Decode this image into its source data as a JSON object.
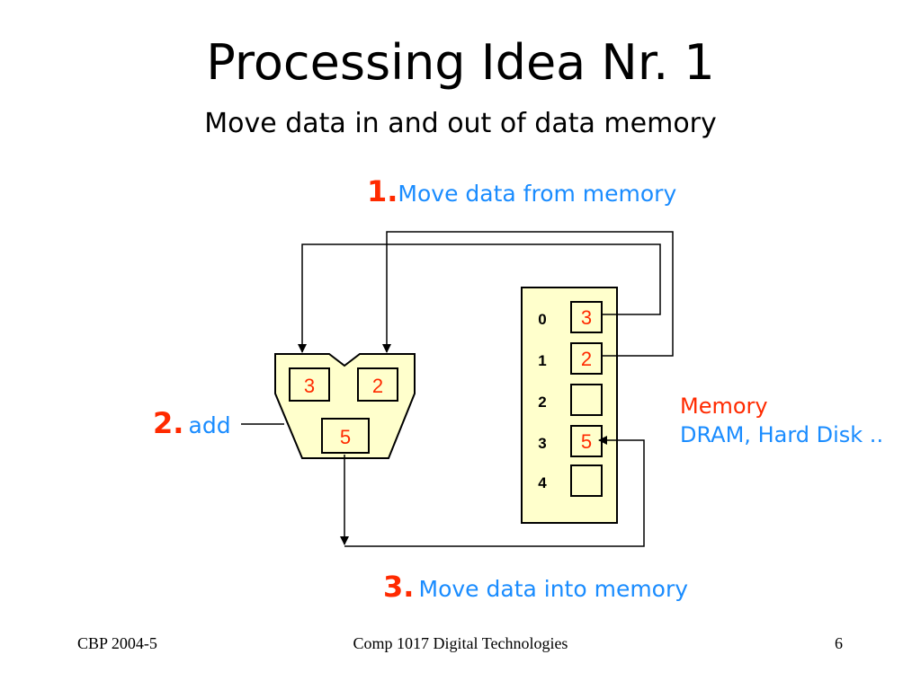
{
  "title": "Processing Idea Nr. 1",
  "subtitle": "Move data in and out of data memory",
  "step1": {
    "num": "1.",
    "text": "Move data from memory"
  },
  "step2": {
    "num": "2.",
    "text": "add"
  },
  "step3": {
    "num": "3.",
    "text": "Move data into memory"
  },
  "memory_label": {
    "line1": "Memory",
    "line2": "DRAM, Hard Disk .."
  },
  "processor": {
    "in_a": "3",
    "in_b": "2",
    "out": "5"
  },
  "memory": {
    "addresses": [
      "0",
      "1",
      "2",
      "3",
      "4"
    ],
    "values": [
      "3",
      "2",
      "",
      "5",
      ""
    ]
  },
  "footer": {
    "left": "CBP 2004-5",
    "center": "Comp 1017  Digital Technologies",
    "right": "6"
  },
  "colors": {
    "step_number": "#ff2a00",
    "step_text": "#1a8cff",
    "unit_fill": "#ffffcc"
  }
}
